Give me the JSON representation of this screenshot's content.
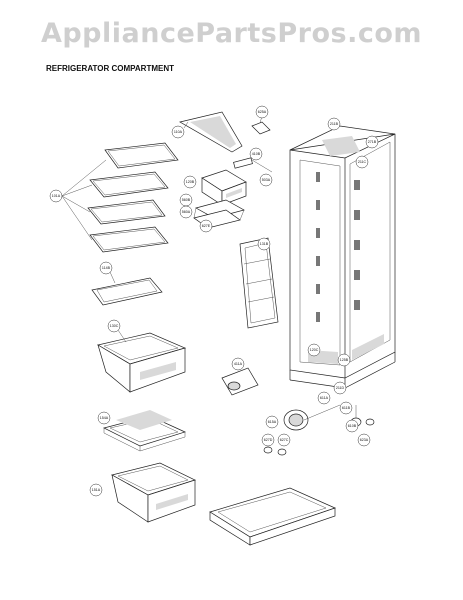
{
  "watermark": "AppliancePartsPros.com",
  "title": "REFRIGERATOR COMPARTMENT",
  "callouts": {
    "c101a": "101A",
    "c114b": "114B",
    "c130c": "130C",
    "c154a": "154A",
    "c151a": "151A",
    "c110a": "110A",
    "c625a": "625A",
    "c410b": "410B",
    "c120b": "120B",
    "c503a": "503A",
    "c560b": "560B",
    "c560a": "560A",
    "c627e": "627E",
    "c131b": "131B",
    "c411a": "411A",
    "c211b": "211B",
    "c271b": "271B",
    "c211c": "211C",
    "c120c": "120C",
    "c125b": "125B",
    "c211d": "211D",
    "c611a": "611A",
    "c611b": "611B",
    "c615a": "615A",
    "c627d": "627D",
    "c627c": "627C",
    "c610b": "610B",
    "c623a": "623A"
  }
}
